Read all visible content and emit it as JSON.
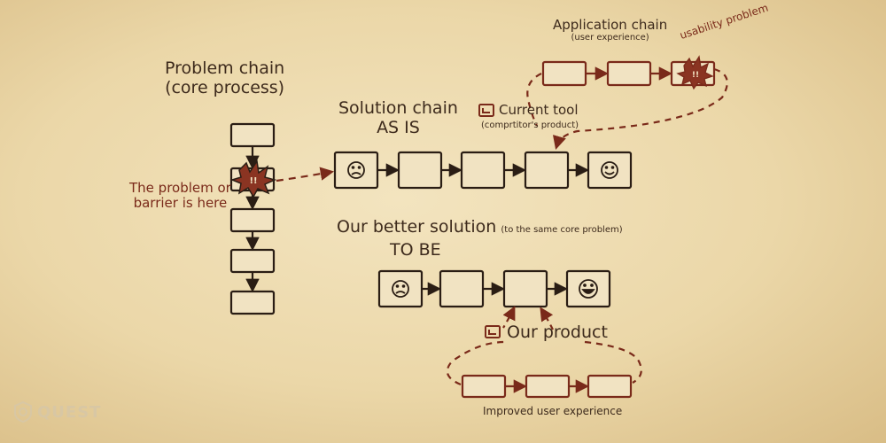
{
  "problem_chain": {
    "title": "Problem chain",
    "subtitle": "(core process)"
  },
  "problem_note": {
    "line1": "The problem or",
    "line2": "barrier is here"
  },
  "solution_as_is": {
    "title": "Solution chain",
    "subtitle": "AS IS"
  },
  "current_tool": {
    "label": "Current tool",
    "note": "(comprtitor's product)"
  },
  "application_chain": {
    "title": "Application chain",
    "subtitle": "(user experience)"
  },
  "usability_note": "usability problem",
  "better_solution": {
    "title": "Our better solution",
    "note": "(to the same core problem)",
    "subtitle": "TO BE"
  },
  "our_product": "Our product",
  "improved_ux": "Improved user experience",
  "watermark": "QUEST",
  "colors": {
    "ink": "#2a1d14",
    "accent": "#7a2a1a",
    "box_fill": "#f1e3c2"
  },
  "icons": [
    "sad-face-icon",
    "happy-face-icon",
    "grin-face-icon",
    "tool-icon",
    "burst-icon",
    "quest-logo-icon"
  ]
}
